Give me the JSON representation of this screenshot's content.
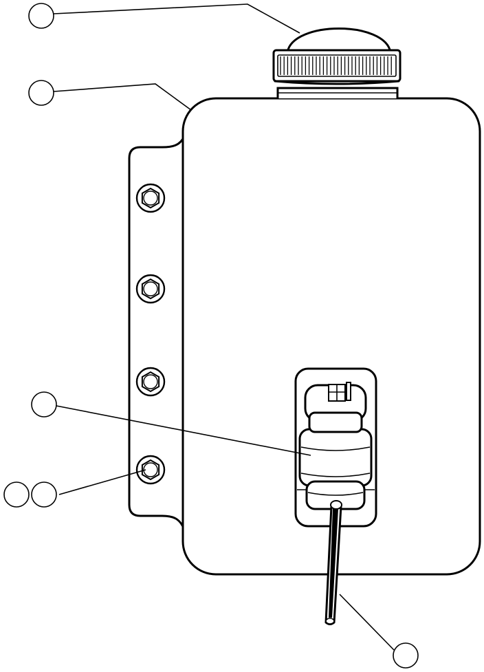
{
  "figure": {
    "description_colors": {
      "stroke": "#000000",
      "background": "#ffffff"
    },
    "callouts": [
      {
        "id": "cap",
        "label": ""
      },
      {
        "id": "tank",
        "label": ""
      },
      {
        "id": "pump",
        "label": ""
      },
      {
        "id": "bolt-a",
        "label": ""
      },
      {
        "id": "bolt-b",
        "label": ""
      },
      {
        "id": "hose",
        "label": ""
      }
    ]
  }
}
